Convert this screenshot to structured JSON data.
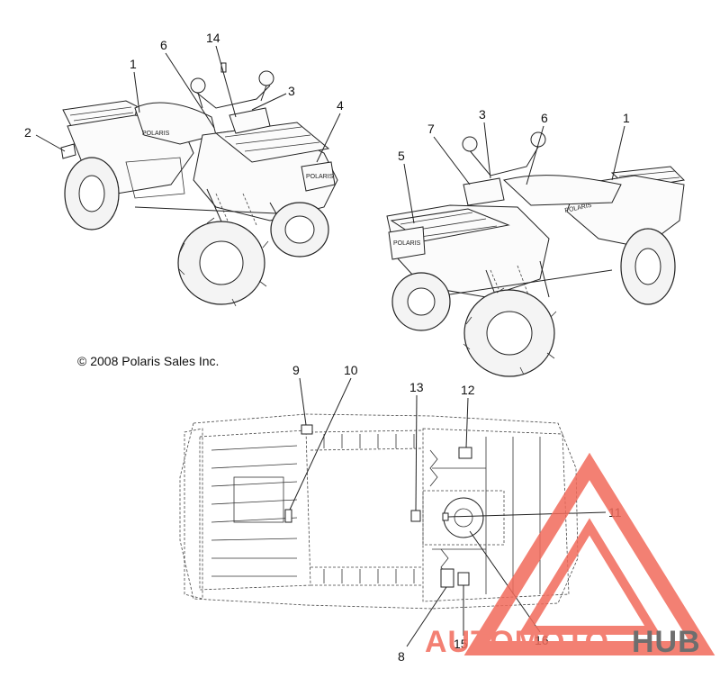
{
  "copyright": "© 2008 Polaris Sales Inc.",
  "brand_decal": "POLARIS",
  "callouts": {
    "left_atv": [
      "1",
      "2",
      "3",
      "4",
      "6",
      "14"
    ],
    "right_atv": [
      "1",
      "3",
      "5",
      "6",
      "7"
    ],
    "underside": [
      "8",
      "9",
      "10",
      "11",
      "12",
      "13",
      "15",
      "16"
    ]
  },
  "watermark": {
    "part1": "AUTOMOTO",
    "part2": "HUB",
    "color_primary": "#f26b5b",
    "color_secondary": "#555555"
  }
}
